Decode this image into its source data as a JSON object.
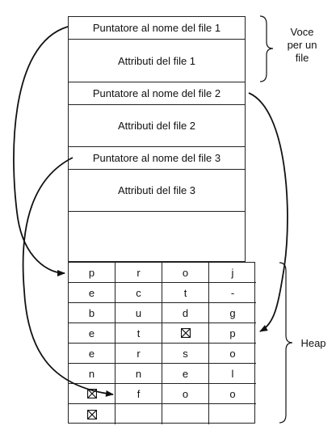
{
  "entries": [
    {
      "pointer": "Puntatore al nome del file 1",
      "attributes": "Attributi del file 1"
    },
    {
      "pointer": "Puntatore al nome del file 2",
      "attributes": "Attributi del file 2"
    },
    {
      "pointer": "Puntatore al nome del file 3",
      "attributes": "Attributi del file 3"
    }
  ],
  "entry_label": [
    "Voce",
    "per un",
    "file"
  ],
  "heap_label": "Heap",
  "heap": [
    [
      "p",
      "r",
      "o",
      "j"
    ],
    [
      "e",
      "c",
      "t",
      "-"
    ],
    [
      "b",
      "u",
      "d",
      "g"
    ],
    [
      "e",
      "t",
      "⊠",
      "p"
    ],
    [
      "e",
      "r",
      "s",
      "o"
    ],
    [
      "n",
      "n",
      "e",
      "l"
    ],
    [
      "⊠",
      "f",
      "o",
      "o"
    ],
    [
      "⊠",
      "",
      "",
      ""
    ]
  ]
}
